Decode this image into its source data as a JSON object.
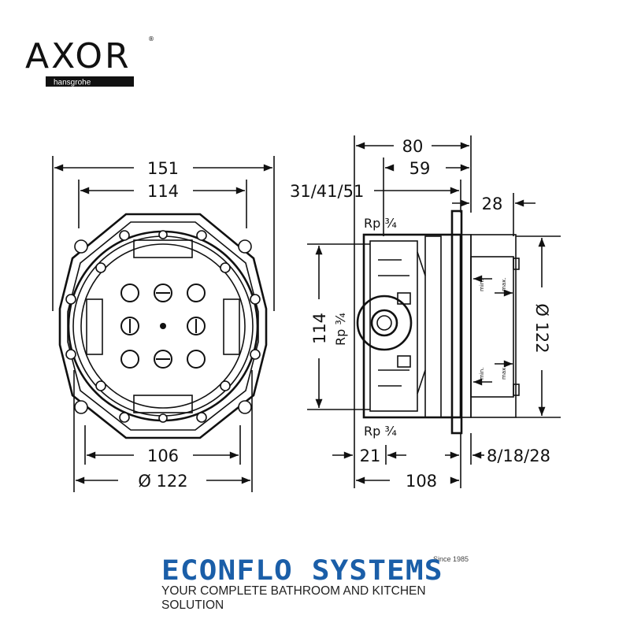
{
  "logo": {
    "brand": "AXOR",
    "sub": "hansgrohe",
    "reg": "®"
  },
  "front_view": {
    "dims": {
      "overall_width": "151",
      "inner_width": "114",
      "bottom_width": "106",
      "diameter": "Ø 122"
    }
  },
  "side_view": {
    "dims": {
      "depth_total": "80",
      "depth_inner": "59",
      "offsets": "31/41/51",
      "plate": "28",
      "height": "114",
      "diameter": "Ø 122",
      "bottom_front": "21",
      "plate_offsets": "8/18/28",
      "depth_bottom": "108"
    },
    "threads": {
      "top": "Rp ¾",
      "side": "Rp ¾",
      "bottom": "Rp ¾"
    },
    "marks": {
      "min": "min.",
      "max": "max."
    }
  },
  "footer": {
    "company": "ECONFLO SYSTEMS",
    "since": "Since 1985",
    "tagline": "YOUR COMPLETE BATHROOM AND KITCHEN SOLUTION",
    "color": "#1a5ea8"
  }
}
